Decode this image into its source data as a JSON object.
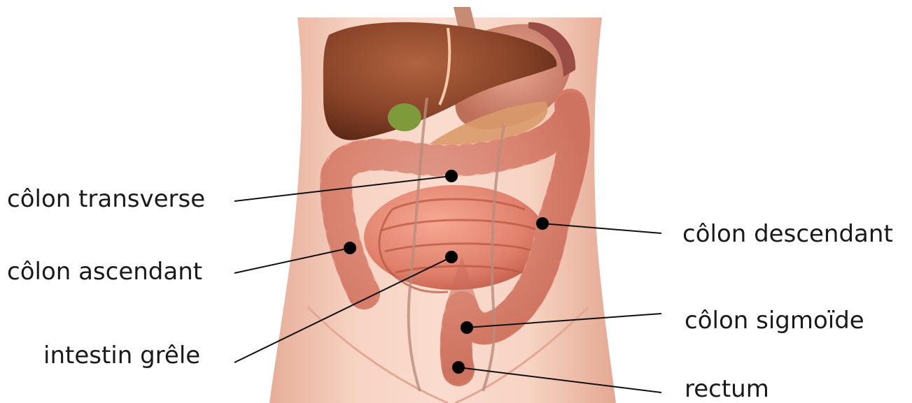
{
  "labels": {
    "colon_transverse": "côlon transverse",
    "colon_ascendant": "côlon ascendant",
    "intestin_grele": "intestin grêle",
    "colon_descendant": "côlon descendant",
    "colon_sigmoide": "côlon sigmoïde",
    "rectum": "rectum"
  },
  "colors": {
    "skin": "#f2c4b2",
    "liver": "#8e4a2c",
    "intestine": "#e89a86",
    "gallbladder": "#7f9a3a",
    "marker": "#000000"
  }
}
